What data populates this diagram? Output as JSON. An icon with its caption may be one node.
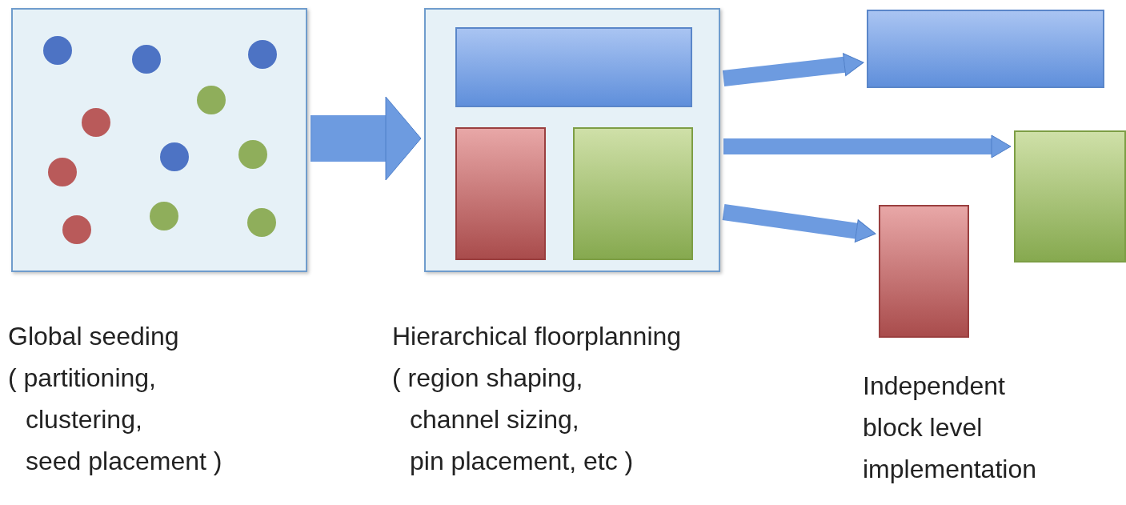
{
  "diagram": {
    "nodes": [
      {
        "text": [],
        "shape": "box",
        "beside": [
          "Global seeding",
          "( partitioning, clustering, seed placement )"
        ]
      },
      {
        "text": [],
        "shape": "box",
        "beside": [
          "Hierarchical floorplanning",
          "( region shaping, channel sizing, pin placement, etc )"
        ]
      },
      {
        "text": [],
        "shape": "box",
        "in": 1
      },
      {
        "text": [],
        "shape": "box",
        "in": 1
      },
      {
        "text": [],
        "shape": "box",
        "in": 1
      },
      {
        "text": [],
        "shape": "box"
      },
      {
        "text": [],
        "shape": "box"
      },
      {
        "text": [],
        "shape": "box"
      }
    ],
    "edges": [
      {
        "from": 0,
        "to": 1,
        "arrow": "to",
        "style": "thick"
      },
      {
        "from": 1,
        "to": 5,
        "arrow": "to"
      },
      {
        "from": 1,
        "to": 6,
        "arrow": "to"
      },
      {
        "from": 1,
        "to": 7,
        "arrow": "to"
      }
    ],
    "labels": [
      "Independent block level implementation"
    ]
  }
}
